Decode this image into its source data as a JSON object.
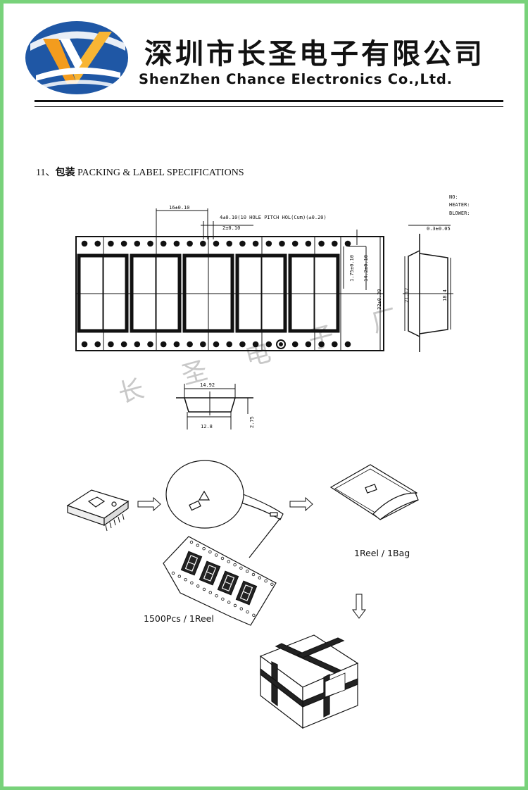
{
  "header": {
    "company_cn": "深圳市长圣电子有限公司",
    "company_en": "ShenZhen Chance Electronics Co.,Ltd."
  },
  "section": {
    "number": "11、",
    "title_cn": "包装",
    "title_en": "PACKING & LABEL SPECIFICATIONS"
  },
  "drawing": {
    "pitch": "16±0.10",
    "hole_note": "4±0.10(10 HOLE PITCH HOL(Cum)(±0.20)",
    "hole_offset": "2±0.10",
    "edge_dist": "1.75±0.10",
    "pocket_w": "14.2±0.10",
    "tape_width": "32±0.30",
    "thickness": "0.3±0.05",
    "side_h1": "21.12",
    "side_h2": "18.4",
    "pocket_top": "14.92",
    "pocket_bottom": "12.8",
    "pocket_depth": "2.75",
    "notes": [
      "NO:",
      "HEATER:",
      "BLOWER:"
    ]
  },
  "watermark": [
    "长",
    "圣",
    "电",
    "子",
    "厂"
  ],
  "flow": {
    "reel_label": "1500Pcs / 1Reel",
    "bag_label": "1Reel / 1Bag"
  }
}
